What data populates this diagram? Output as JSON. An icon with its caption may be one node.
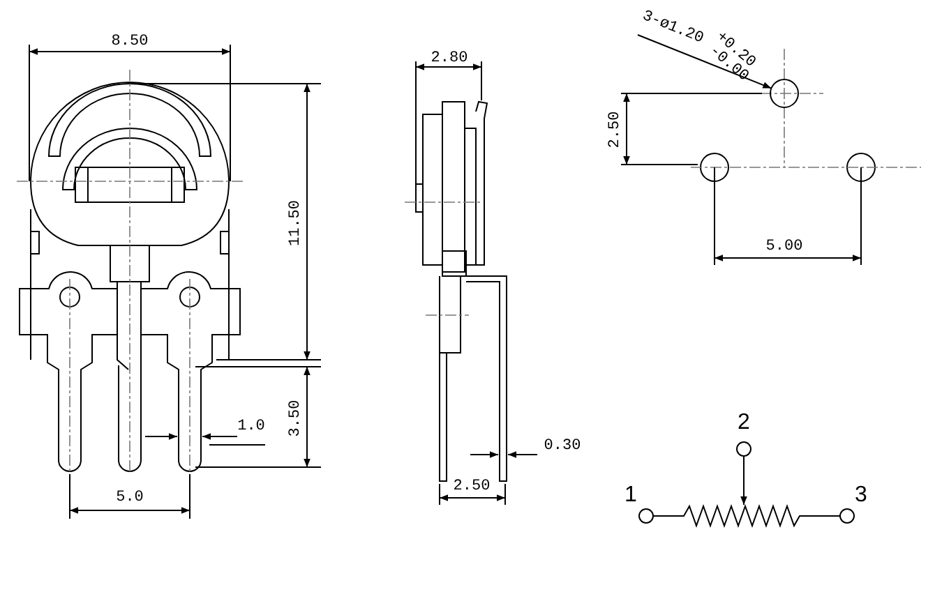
{
  "diagram": {
    "nodes": [
      {
        "text": [
          "3-ø1.20",
          "+0.20",
          "-0.00"
        ]
      },
      {
        "text": [],
        "shape": "circle"
      }
    ],
    "edges": [
      {
        "from": 0,
        "to": 1,
        "arrow": "to"
      }
    ],
    "labels": [
      "8.50",
      "2.80",
      "2.50",
      "11.50",
      "5.00",
      "1.0",
      "3.50",
      "0.30",
      "2",
      "1",
      "3",
      "2.50",
      "5.0"
    ]
  }
}
